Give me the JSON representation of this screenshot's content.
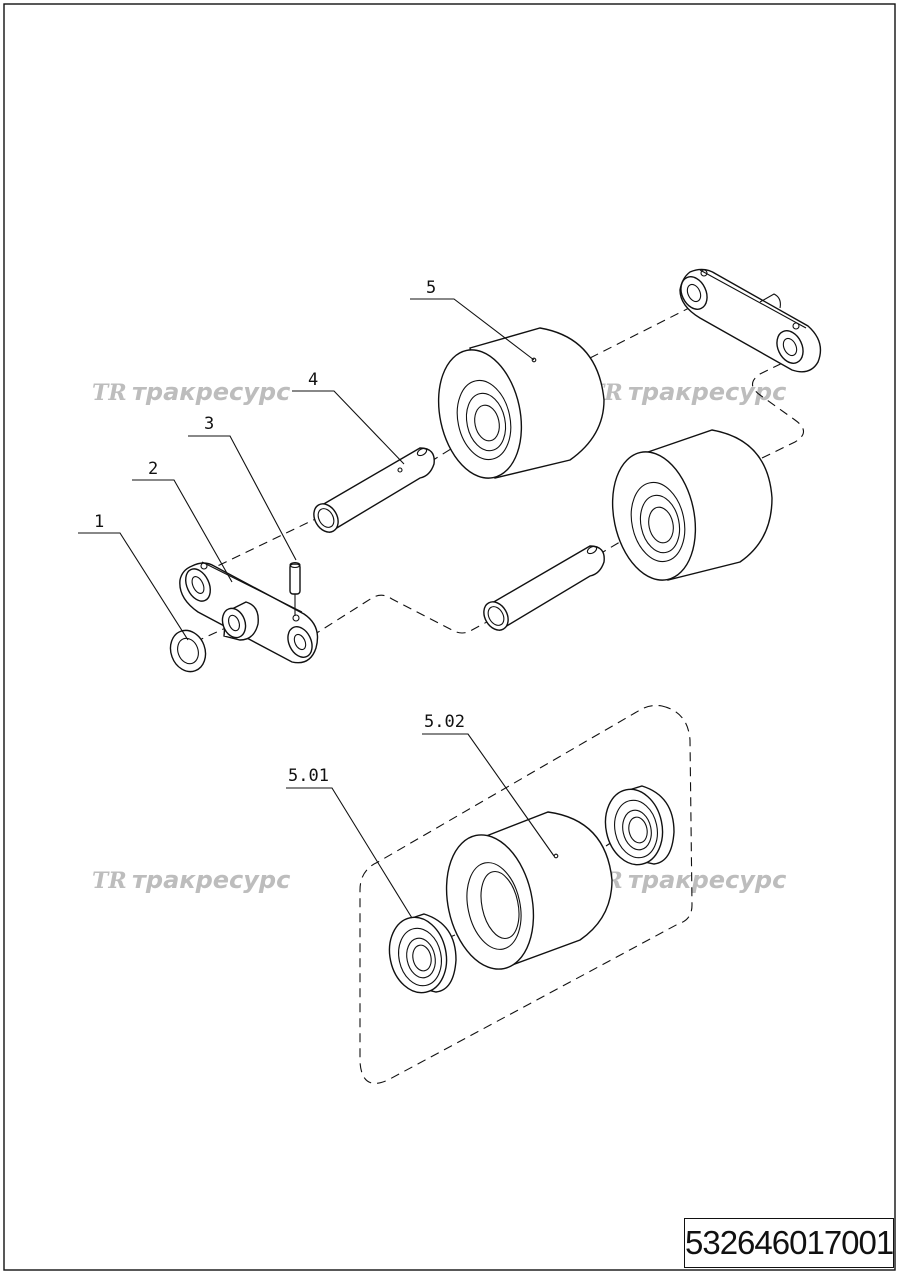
{
  "callouts": {
    "c1": "1",
    "c2": "2",
    "c3": "3",
    "c4": "4",
    "c5": "5",
    "c501": "5.01",
    "c502": "5.02"
  },
  "watermark": {
    "text": "тракресурс",
    "logo": "TR"
  },
  "drawing_number": "532646017001",
  "colors": {
    "line": "#111111",
    "watermark": "#bdbdbd",
    "background": "#ffffff"
  }
}
